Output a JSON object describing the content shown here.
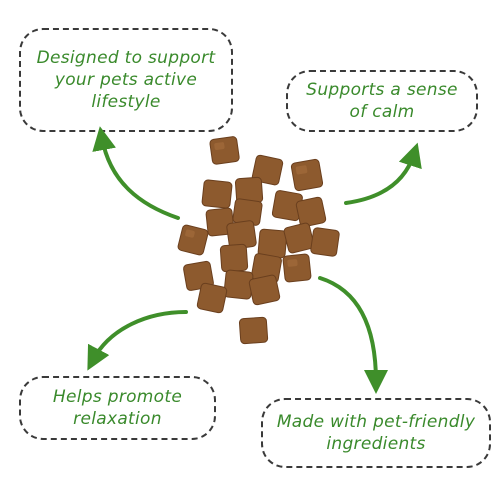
{
  "callouts": {
    "top_left": "Designed to support your pets active lifestyle",
    "top_right": "Supports a sense of calm",
    "bottom_left": "Helps promote relaxation",
    "bottom_right": "Made with pet-friendly ingredients"
  },
  "colors": {
    "callout_text": "#3a8a2c",
    "arrow": "#3f8f2a",
    "border": "#3a3a3a",
    "treat": "#8d5a2e"
  },
  "icons": [
    "curved-arrow-icon",
    "pet-treat-pieces"
  ]
}
